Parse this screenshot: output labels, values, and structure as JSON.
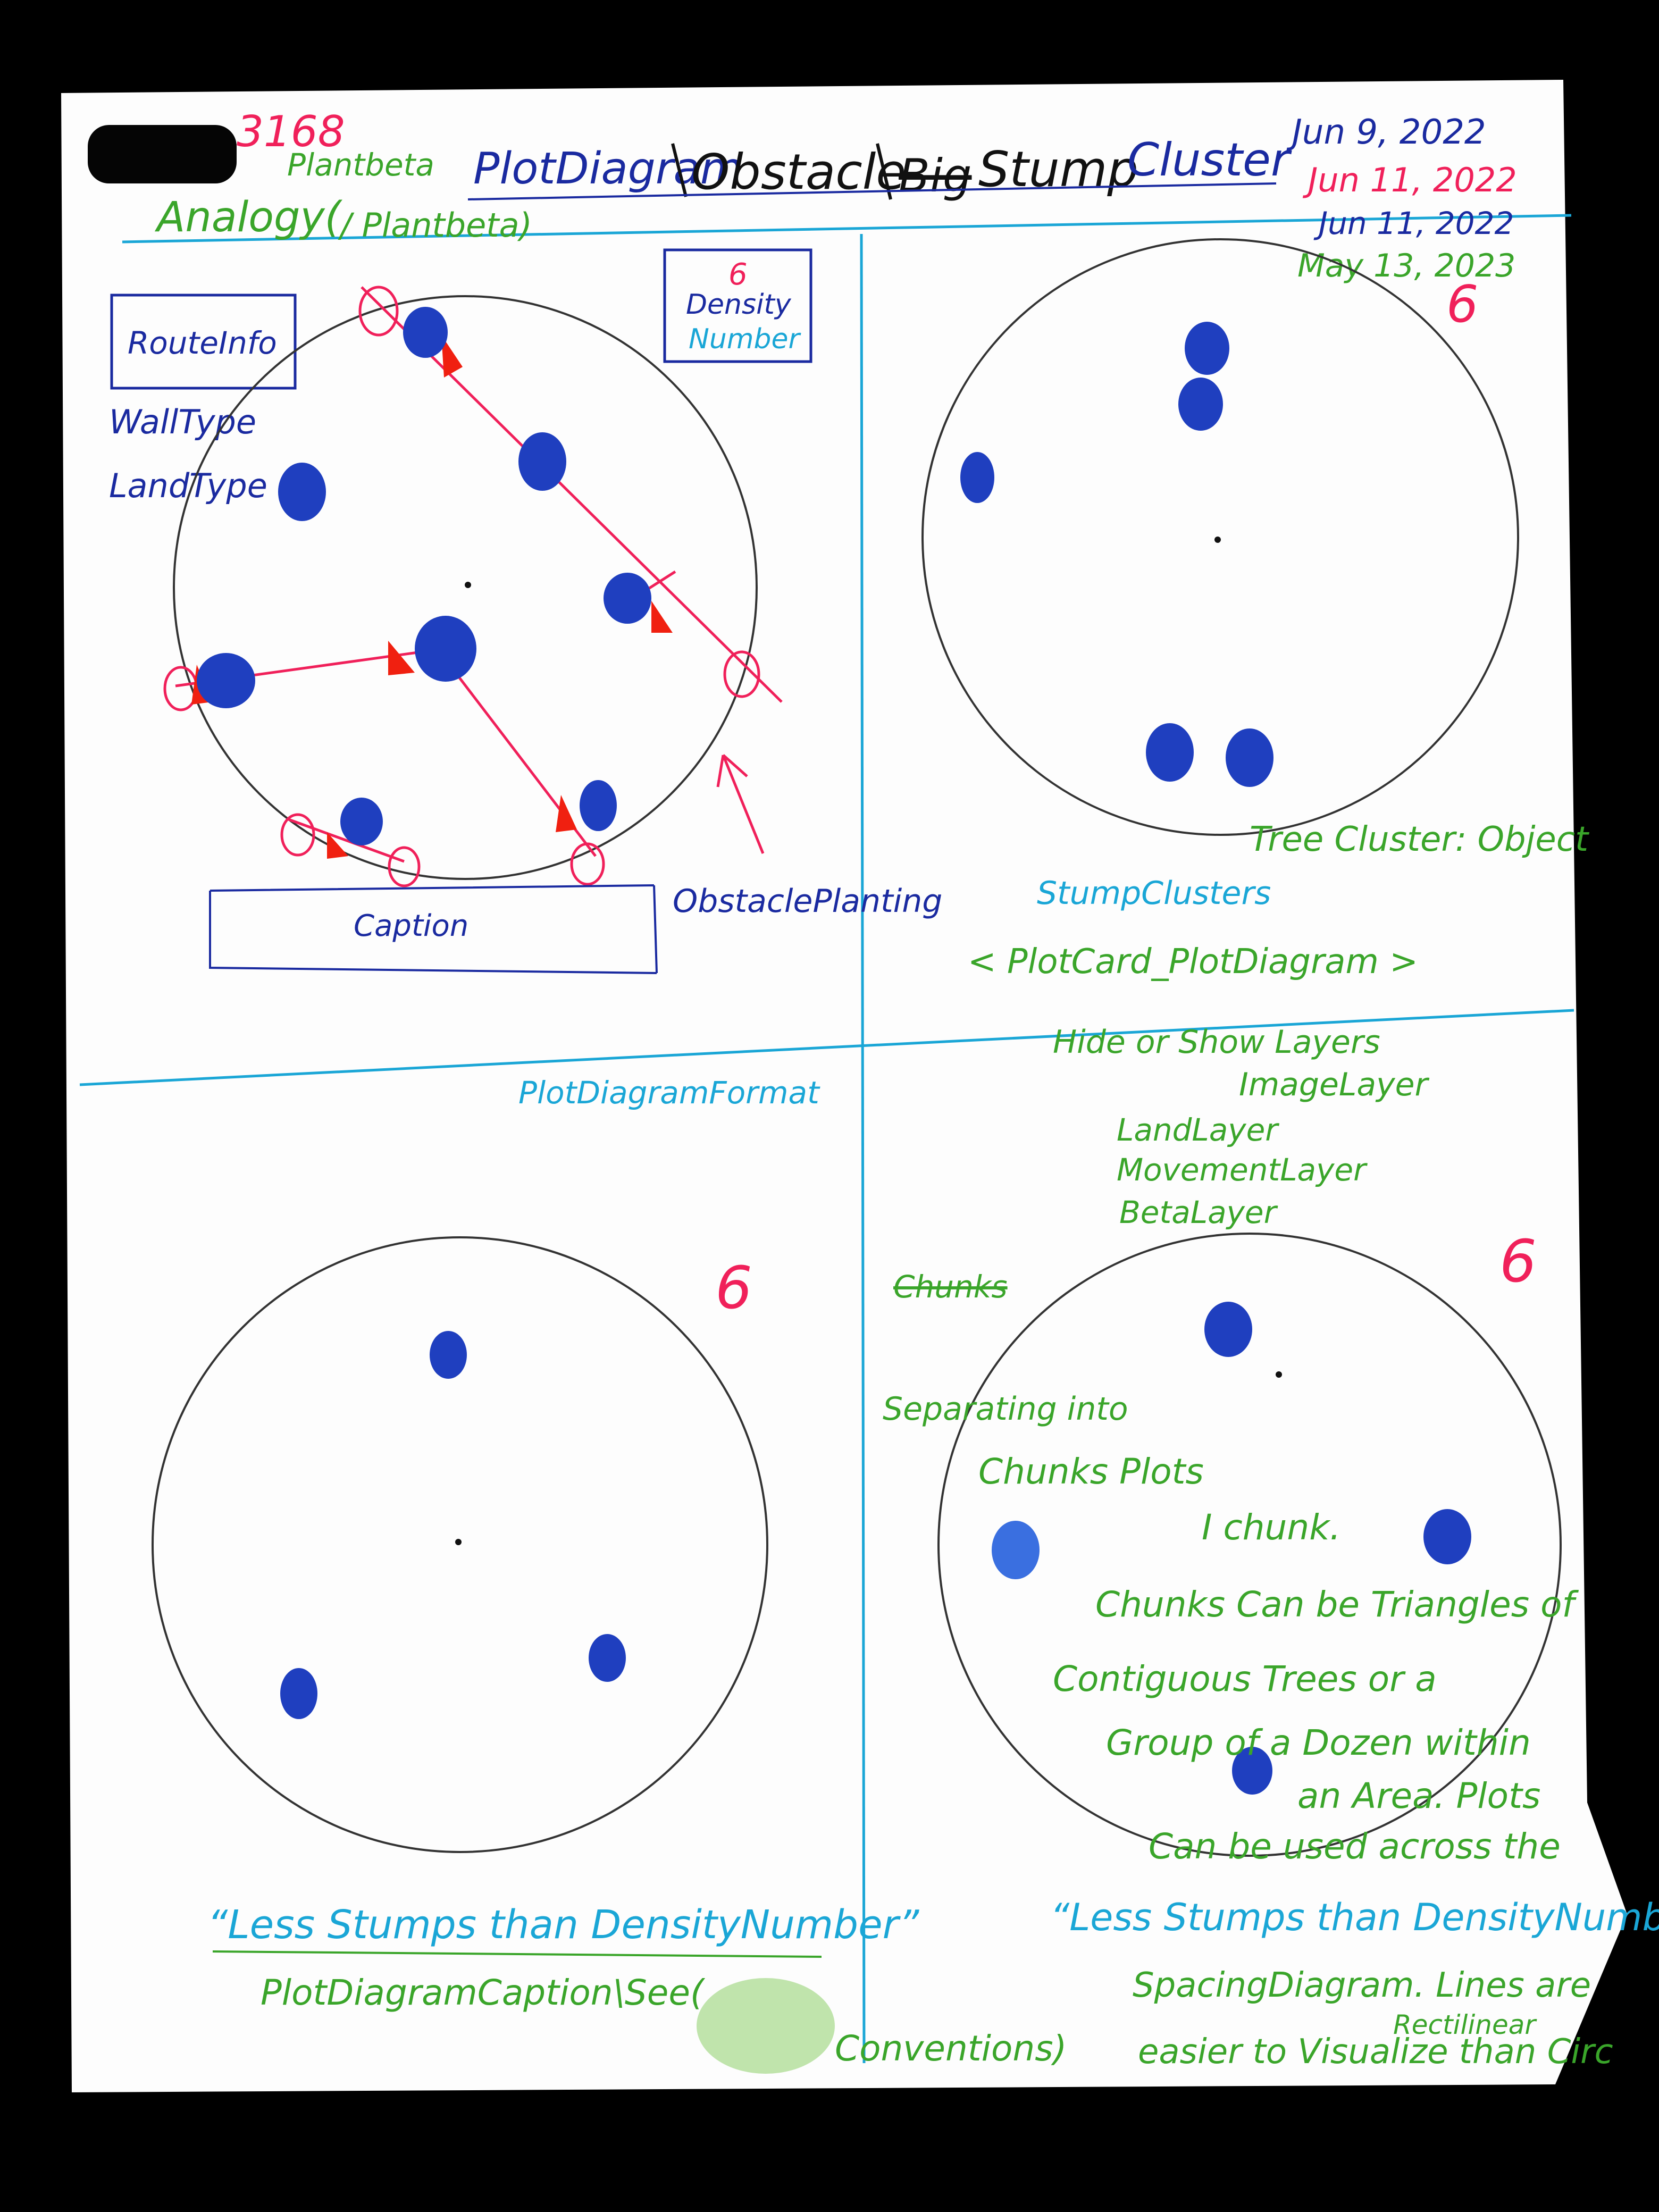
{
  "header": {
    "number": "3168",
    "analogy_label": "Analogy(",
    "analogy_sub": "Plantbeta",
    "analogy_close": "/ Plantbeta)",
    "title_part1": "PlotDiagram",
    "title_part2": "Obstacle",
    "title_part3": "Big",
    "title_part4": "Stump",
    "title_part5": "Cluster",
    "dates": [
      "Jun 9, 2022",
      "Jun 11, 2022",
      "Jun 11, 2022",
      "May 13, 2023"
    ]
  },
  "panel_top_left": {
    "route_info": "RouteInfo",
    "wall_type": "WallType",
    "land_type": "LandType",
    "density_value": "6",
    "density_label_1": "Density",
    "density_label_2": "Number",
    "caption": "Caption",
    "obstacle_planting": "ObstaclePlanting"
  },
  "panel_top_right": {
    "density_value": "6",
    "tree_cluster": "Tree Cluster: Object",
    "stump_clusters": "StumpClusters",
    "plot_card": "< PlotCard_PlotDiagram >",
    "hide_show": "Hide or Show Layers",
    "image_layer": "ImageLayer"
  },
  "panel_bottom_left": {
    "format_label": "PlotDiagramFormat",
    "density_value": "6",
    "caption_quote": "“Less Stumps than DensityNumber”",
    "caption_note": "PlotDiagramCaption\\See(",
    "conventions": "Conventions)"
  },
  "panel_bottom_right": {
    "layers": [
      "LandLayer",
      "MovementLayer",
      "BetaLayer"
    ],
    "density_value": "6",
    "chunks_note": "Chunks",
    "notes": [
      "Separating into",
      "Chunks Plots",
      "I chunk.",
      "Chunks Can be Triangles of",
      "Contiguous Trees or a",
      "Group of a Dozen within",
      "an Area. Plots",
      "Can be used across the"
    ],
    "caption_quote": "“Less Stumps than DensityNumber”",
    "spacing_notes": [
      "SpacingDiagram. Lines are",
      "easier to Visualize than Circ",
      "Rectilinear"
    ]
  },
  "colors": {
    "paper": "#ffffff",
    "background": "#000000",
    "stump_blue": "#1f3fbf",
    "red_pen": "#f0205a",
    "green_pen": "#3aa52a",
    "cyan_pen": "#1aa6d6",
    "navy_pen": "#1a2aa0"
  }
}
